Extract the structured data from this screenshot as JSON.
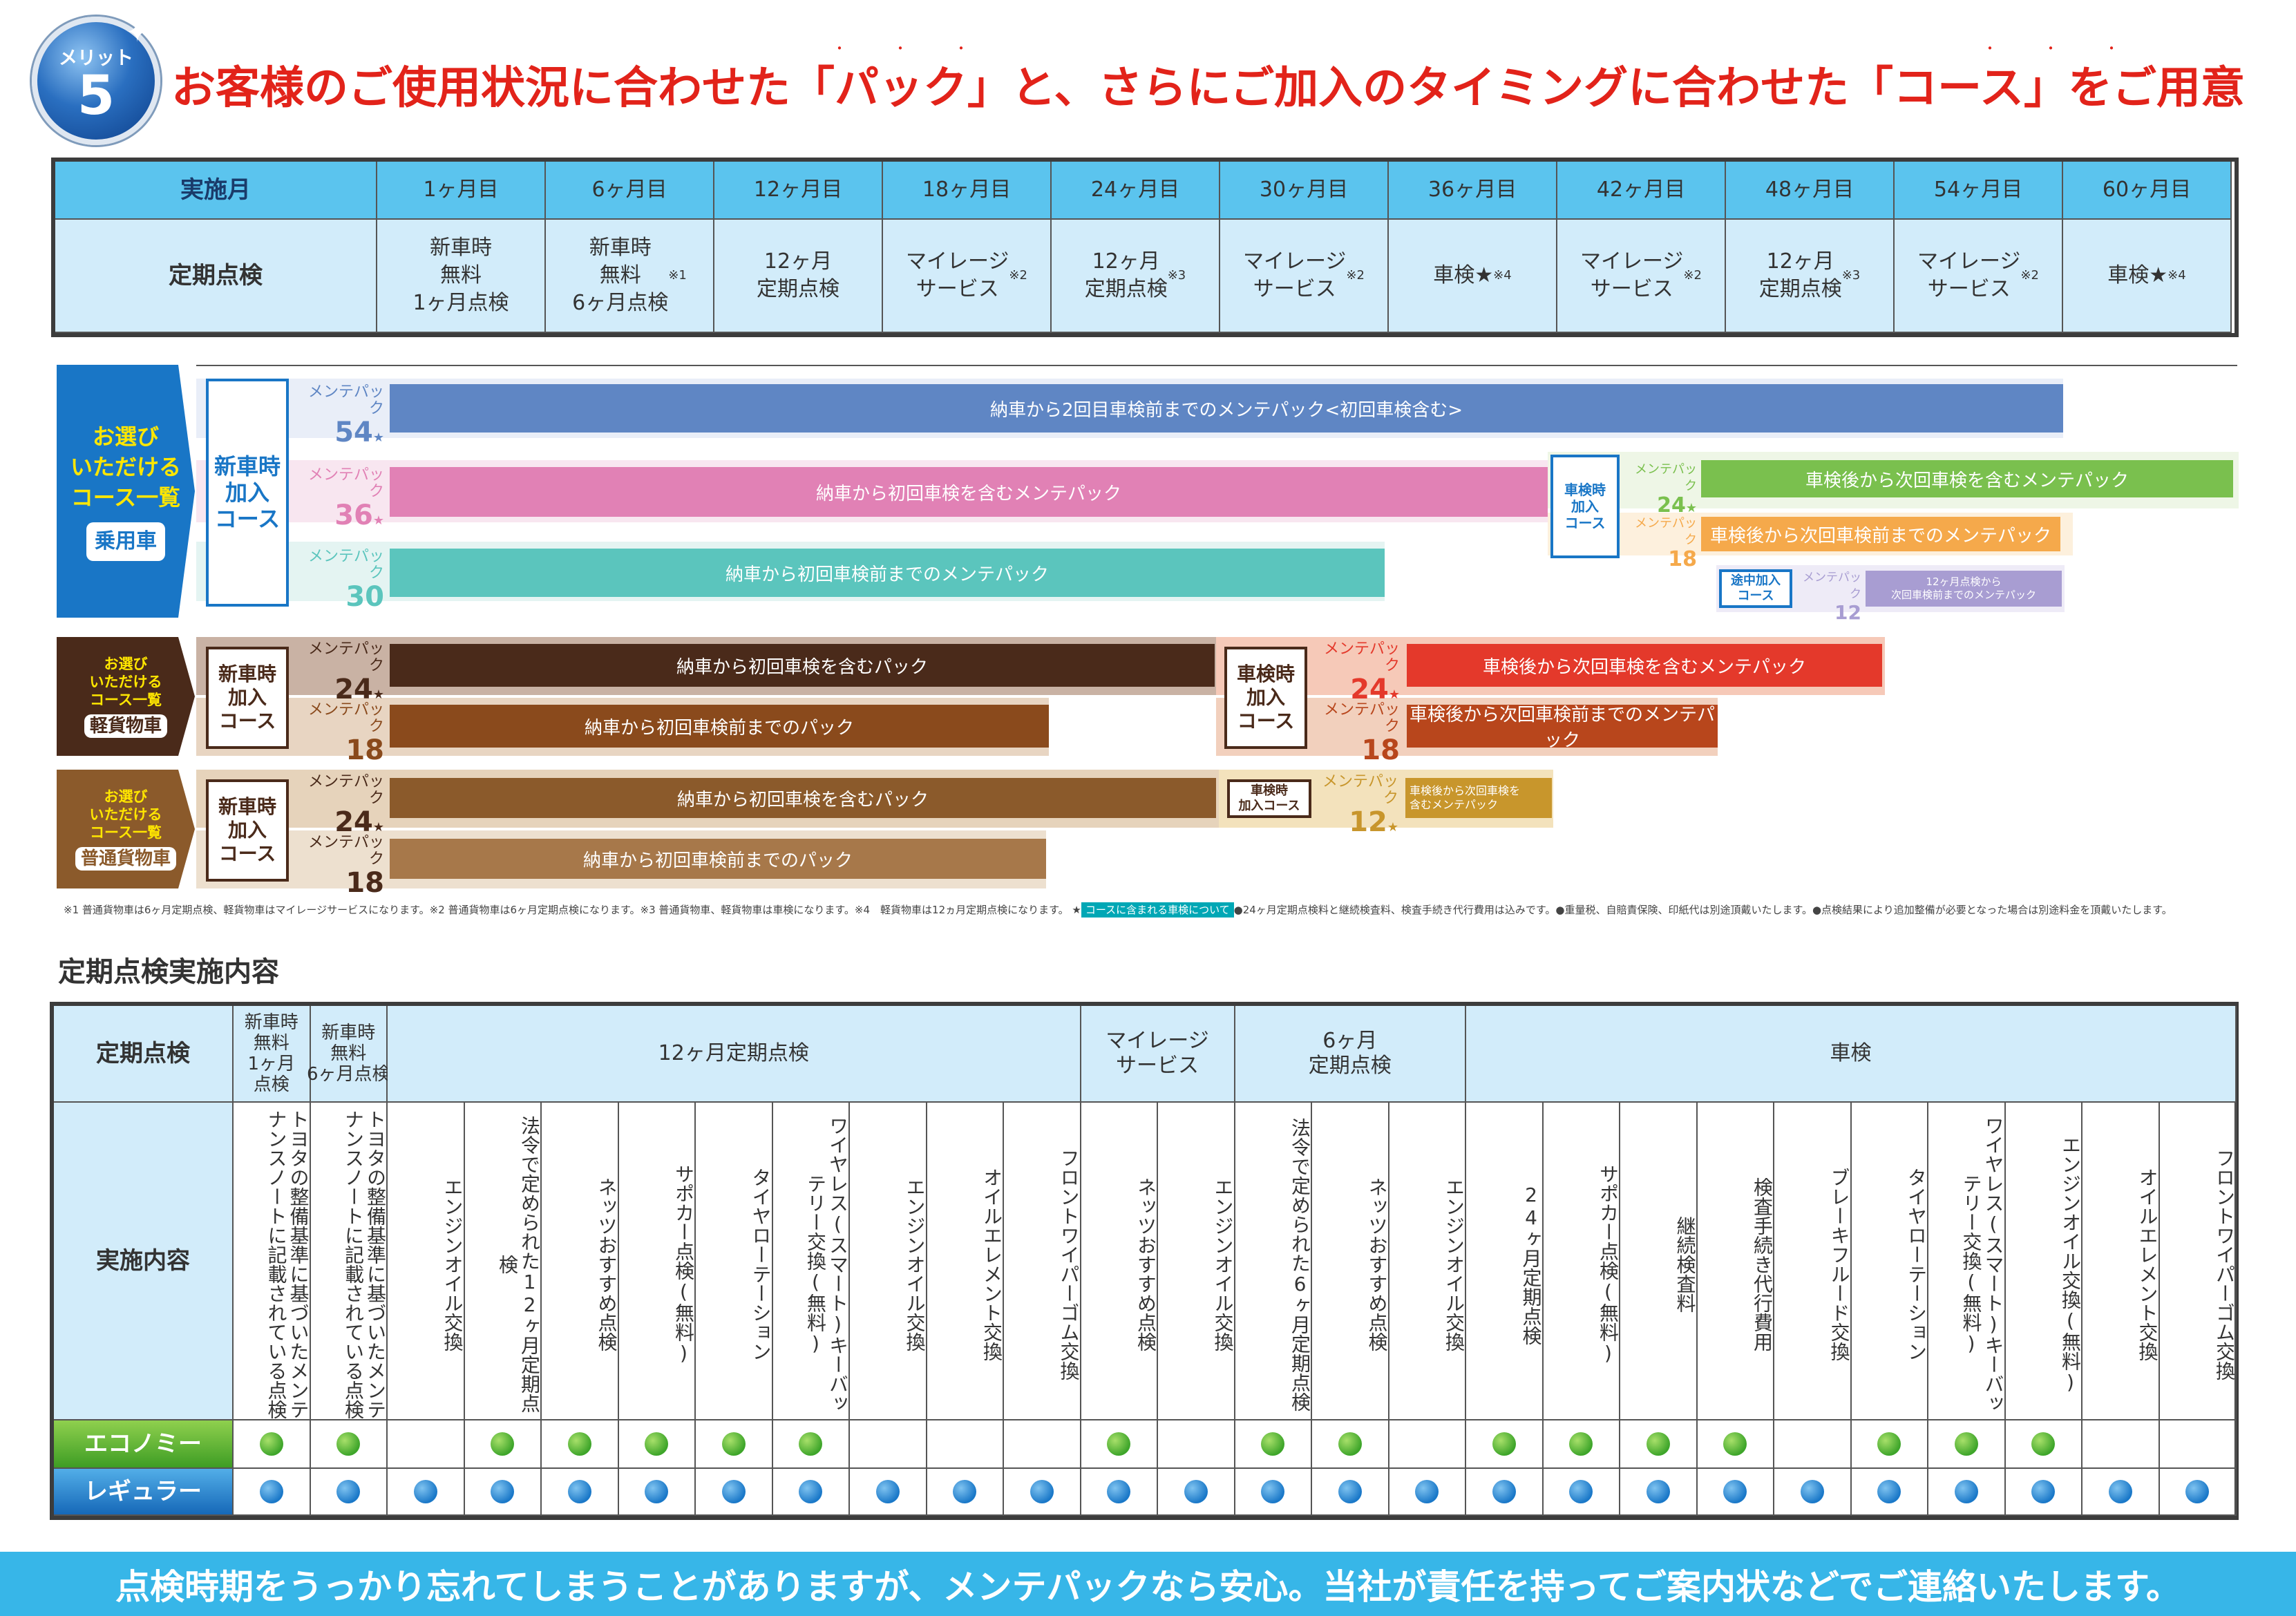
{
  "header": {
    "badge_label": "メリット",
    "badge_number": "5",
    "title": "お客様のご使用状況に合わせた「パック」と、さらにご加入のタイミングに合わせた「コース」をご用意",
    "emphasis_dots": "・・・"
  },
  "schedule": {
    "row1_label": "実施月",
    "row2_label": "定期点検",
    "months": [
      "1ヶ月目",
      "6ヶ月目",
      "12ヶ月目",
      "18ヶ月目",
      "24ヶ月目",
      "30ヶ月目",
      "36ヶ月目",
      "42ヶ月目",
      "48ヶ月目",
      "54ヶ月目",
      "60ヶ月目"
    ],
    "inspections": [
      {
        "text": "新車時\n無料\n1ヶ月点検",
        "note": ""
      },
      {
        "text": "新車時\n無料\n6ヶ月点検",
        "note": "※1"
      },
      {
        "text": "12ヶ月\n定期点検",
        "note": ""
      },
      {
        "text": "マイレージ\nサービス",
        "note": "※2"
      },
      {
        "text": "12ヶ月\n定期点検",
        "note": "※3"
      },
      {
        "text": "マイレージ\nサービス",
        "note": "※2"
      },
      {
        "text": "車検★",
        "note": "※4"
      },
      {
        "text": "マイレージ\nサービス",
        "note": "※2"
      },
      {
        "text": "12ヶ月\n定期点検",
        "note": "※3"
      },
      {
        "text": "マイレージ\nサービス",
        "note": "※2"
      },
      {
        "text": "車検★",
        "note": "※4"
      }
    ]
  },
  "courses": {
    "side_title": "お選び\nいただける\nコース一覧",
    "passenger": {
      "label": "乗用車",
      "new_course": "新車時\n加入\nコース",
      "p54": {
        "small": "メンテパック",
        "num": "54",
        "star": "★",
        "desc": "納車から2回目車検前までのメンテパック<初回車検含む>"
      },
      "p36": {
        "small": "メンテパック",
        "num": "36",
        "star": "★",
        "desc": "納車から初回車検を含むメンテパック"
      },
      "p30": {
        "small": "メンテパック",
        "num": "30",
        "desc": "納車から初回車検前までのメンテパック"
      },
      "inspect_course": "車検時\n加入\nコース",
      "p24": {
        "small": "メンテパック",
        "num": "24",
        "star": "★",
        "desc": "車検後から次回車検を含むメンテパック"
      },
      "p18": {
        "small": "メンテパック",
        "num": "18",
        "desc": "車検後から次回車検前までのメンテパック"
      },
      "mid_course": "途中加入\nコース",
      "p12": {
        "small": "メンテパック",
        "num": "12",
        "desc": "12ヶ月点検から\n次回車検前までのメンテパック"
      }
    },
    "light": {
      "label": "軽貨物車",
      "new_course": "新車時\n加入\nコース",
      "p24": {
        "small": "メンテパック",
        "num": "24",
        "star": "★",
        "desc": "納車から初回車検を含むパック"
      },
      "p18": {
        "small": "メンテパック",
        "num": "18",
        "desc": "納車から初回車検前までのパック"
      },
      "inspect_course": "車検時\n加入\nコース",
      "i24": {
        "small": "メンテパック",
        "num": "24",
        "star": "★",
        "desc": "車検後から次回車検を含むメンテパック"
      },
      "i18": {
        "small": "メンテパック",
        "num": "18",
        "desc": "車検後から次回車検前までのメンテパック"
      }
    },
    "regular": {
      "label": "普通貨物車",
      "new_course": "新車時\n加入\nコース",
      "p24": {
        "small": "メンテパック",
        "num": "24",
        "star": "★",
        "desc": "納車から初回車検を含むパック"
      },
      "p18": {
        "small": "メンテパック",
        "num": "18",
        "desc": "納車から初回車検前までのパック"
      },
      "inspect_course": "車検時\n加入コース",
      "i12": {
        "small": "メンテパック",
        "num": "12",
        "star": "★",
        "desc": "車検後から次回車検を\n含むメンテパック"
      }
    }
  },
  "footnote": {
    "pre": "※1 普通貨物車は6ヶ月定期点検、軽貨物車はマイレージサービスになります。※2 普通貨物車は6ヶ月定期点検になります。※3 普通貨物車、軽貨物車は車検になります。※4　軽貨物車は12ヵ月定期点検になります。 ★",
    "tag": "コースに含まれる車検について",
    "post": "●24ヶ月定期点検料と継続検査料、検査手続き代行費用は込みです。●重量税、自賠責保険、印紙代は別途頂戴いたします。●点検結果により追加整備が必要となった場合は別途料金を頂戴いたします。"
  },
  "contents": {
    "title": "定期点検実施内容",
    "row_label1": "定期点検",
    "row_label2": "実施内容",
    "groups": [
      "新車時\n無料\n1ヶ月\n点検",
      "新車時\n無料\n6ヶ月点検",
      "12ヶ月定期点検",
      "マイレージ\nサービス",
      "6ヶ月\n定期点検",
      "車検"
    ],
    "items": [
      "トヨタの整備基準に基づいたメンテナンスノートに記載されている点検",
      "トヨタの整備基準に基づいたメンテナンスノートに記載されている点検",
      "エンジンオイル交換",
      "法令で定められた12ヶ月定期点検",
      "ネッツおすすめ点検",
      "サポカー点検(無料)",
      "タイヤローテーション",
      "ワイヤレス(スマート)キーバッテリー交換(無料)",
      "エンジンオイル交換",
      "オイルエレメント交換",
      "フロントワイパーゴム交換",
      "ネッツおすすめ点検",
      "エンジンオイル交換",
      "法令で定められた6ヶ月定期点検",
      "ネッツおすすめ点検",
      "エンジンオイル交換",
      "24ヶ月定期点検",
      "サポカー点検(無料)",
      "継続検査料",
      "検査手続き代行費用",
      "ブレーキフルード交換",
      "タイヤローテーション",
      "ワイヤレス(スマート)キーバッテリー交換(無料)",
      "エンジンオイル交換(無料)",
      "オイルエレメント交換",
      "フロントワイパーゴム交換"
    ],
    "plans": [
      {
        "name": "エコノミー",
        "marks": [
          1,
          1,
          0,
          1,
          1,
          1,
          1,
          1,
          0,
          0,
          0,
          1,
          0,
          1,
          1,
          0,
          1,
          1,
          1,
          1,
          0,
          1,
          1,
          1,
          0,
          0
        ]
      },
      {
        "name": "レギュラー",
        "marks": [
          1,
          1,
          1,
          1,
          1,
          1,
          1,
          1,
          1,
          1,
          1,
          1,
          1,
          1,
          1,
          1,
          1,
          1,
          1,
          1,
          1,
          1,
          1,
          1,
          1,
          1
        ]
      }
    ]
  },
  "banner": "点検時期をうっかり忘れてしまうことがありますが、メンテパックなら安心。当社が責任を持ってご案内状などでご連絡いたします。",
  "colors": {
    "red": "#e2231a",
    "sky": "#5bc4ee",
    "light": "#d2ecfa",
    "blue54": "#5f86c4",
    "pink36": "#e181b5",
    "teal30": "#5bc5bd",
    "green24": "#7ac04e",
    "orange18": "#f5a94b",
    "purple12": "#a89dd2",
    "darkbrown": "#4a2a1a",
    "brown": "#8a4a1c",
    "red24": "#e4392b",
    "rust18": "#b8461c",
    "mid": "#8b5a2b",
    "gold": "#c8962c"
  }
}
